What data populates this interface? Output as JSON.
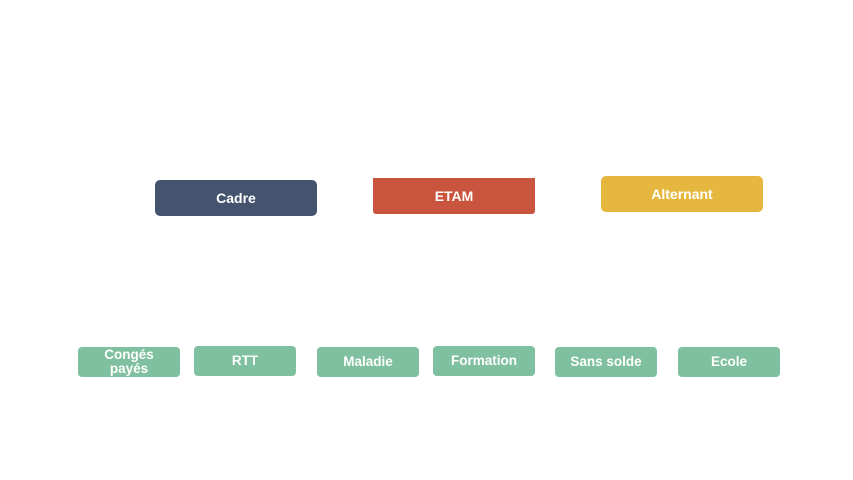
{
  "categories": [
    {
      "label": "Cadre",
      "color": "#44546E"
    },
    {
      "label": "ETAM",
      "color": "#C9553F"
    },
    {
      "label": "Alternant",
      "color": "#E6B73E"
    }
  ],
  "leaf_color": "#7EC09F",
  "leaves": [
    {
      "label": "Congés payés"
    },
    {
      "label": "RTT"
    },
    {
      "label": "Maladie"
    },
    {
      "label": "Formation"
    },
    {
      "label": "Sans solde"
    },
    {
      "label": "Ecole"
    }
  ]
}
